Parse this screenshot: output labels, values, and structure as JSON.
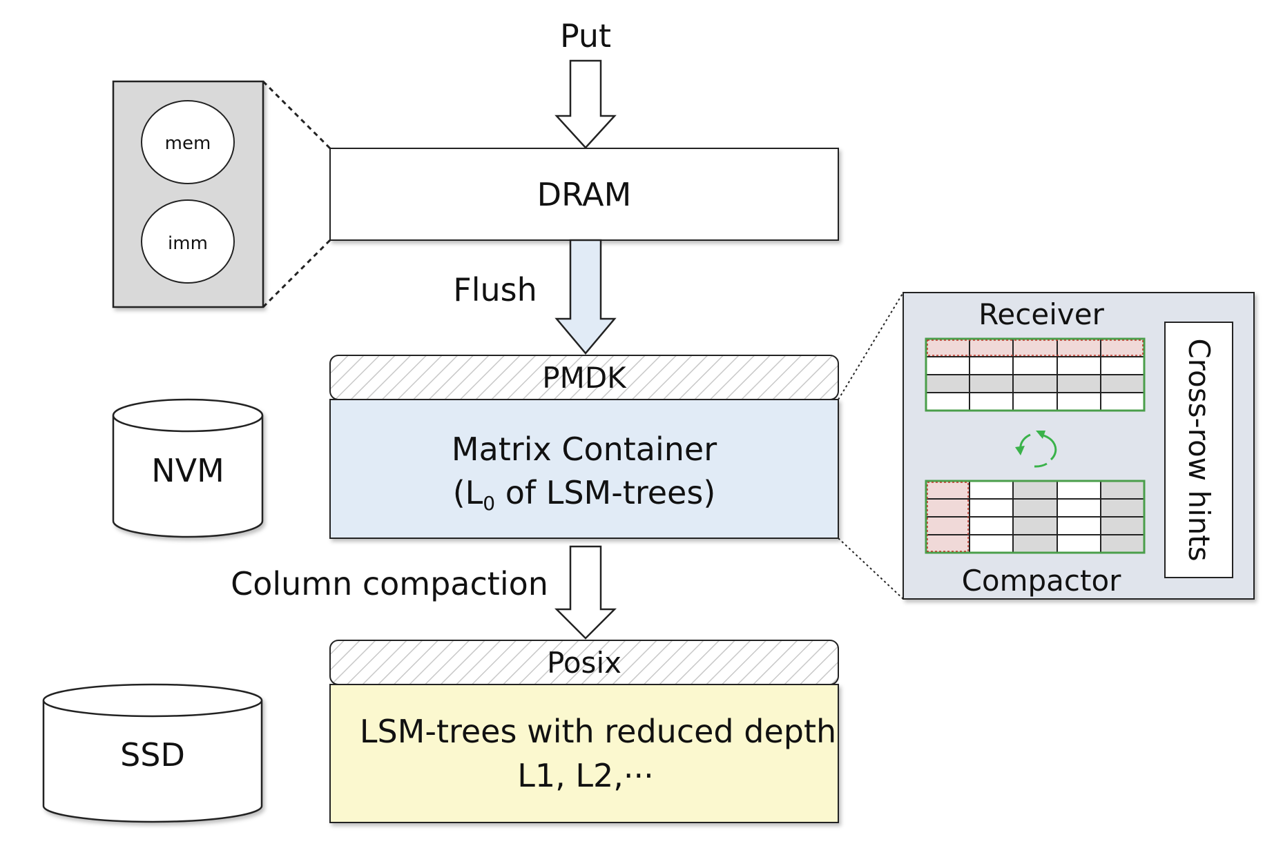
{
  "labels": {
    "put": "Put",
    "dram": "DRAM",
    "mem": "mem",
    "imm": "imm",
    "flush": "Flush",
    "pmdk": "PMDK",
    "nvm": "NVM",
    "matrix_container": "Matrix Container",
    "l0_prefix": "(L",
    "l0_sub": "0",
    "l0_suffix": " of LSM-trees)",
    "column_compaction": "Column compaction",
    "posix": "Posix",
    "ssd": "SSD",
    "lsm_trees": "LSM-trees with reduced depth",
    "levels": "L1, L2,···",
    "receiver": "Receiver",
    "compactor": "Compactor",
    "cross_row_hints": "Cross-row hints"
  },
  "colors": {
    "pmdk_fill": "#e1ebf6",
    "posix_fill": "#fbf8cf",
    "memory_panel_fill": "#d9d9d9",
    "detail_panel_fill": "#e0e4ec",
    "flush_arrow_fill": "#e1ebf6",
    "receiver_row_fill": "#f0d9d8",
    "table_gray_fill": "#d9d9d9",
    "table_border_green": "#4a9e4a",
    "cycle_arrow_green": "#3ab24a"
  }
}
